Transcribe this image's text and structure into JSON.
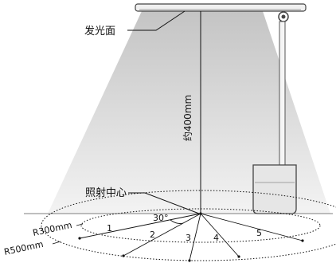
{
  "labels": {
    "light_surface": "发光面",
    "height": "约400mm",
    "center": "照射中心",
    "r300": "R300mm",
    "r500": "R500mm",
    "angle": "30°"
  },
  "points": [
    "1",
    "2",
    "3",
    "4",
    "5"
  ],
  "colors": {
    "beam_top": "#c4c4c4",
    "beam_bottom": "#f2f2f2",
    "line": "#111111",
    "lamp_body": "#e8e8e8",
    "lamp_stroke": "#333333"
  }
}
